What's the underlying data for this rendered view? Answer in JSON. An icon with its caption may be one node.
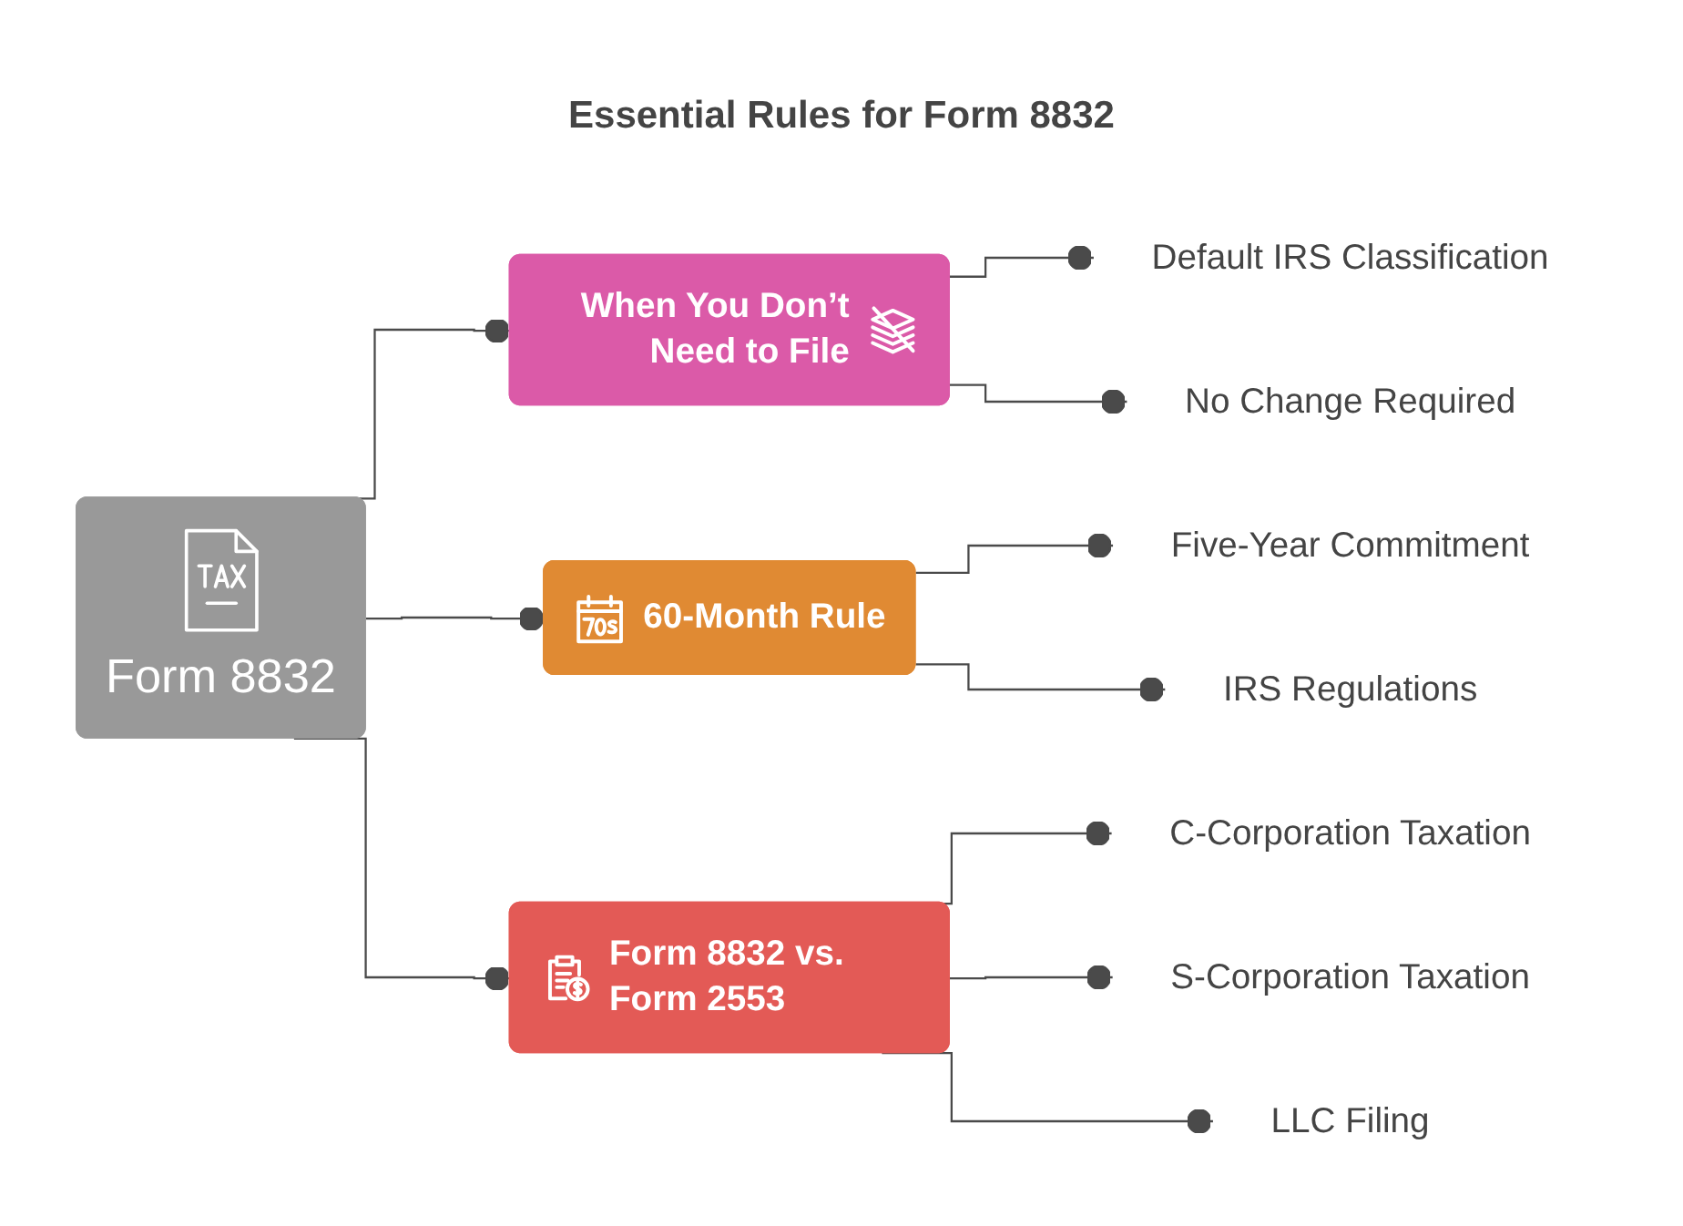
{
  "diagram": {
    "title": "Essential Rules for Form 8832",
    "nodes": [
      {
        "text": [
          "Form 8832"
        ]
      },
      {
        "text": [
          "When You Don’t Need to File"
        ]
      },
      {
        "text": [
          "Default IRS Classification"
        ]
      },
      {
        "text": [
          "No Change Required"
        ]
      },
      {
        "text": [
          "60-Month Rule"
        ]
      },
      {
        "text": [
          "Five-Year Commitment"
        ]
      },
      {
        "text": [
          "IRS Regulations"
        ]
      },
      {
        "text": [
          "Form 8832 vs. Form 2553"
        ]
      },
      {
        "text": [
          "C-Corporation Taxation"
        ]
      },
      {
        "text": [
          "S-Corporation Taxation"
        ]
      },
      {
        "text": [
          "LLC Filing"
        ]
      }
    ],
    "edges": [
      {
        "from": 0,
        "to": 1,
        "arrow": "other"
      },
      {
        "from": 1,
        "to": 2,
        "arrow": "other"
      },
      {
        "from": 1,
        "to": 3,
        "arrow": "other"
      },
      {
        "from": 0,
        "to": 4,
        "arrow": "other"
      },
      {
        "from": 4,
        "to": 5,
        "arrow": "other"
      },
      {
        "from": 4,
        "to": 6,
        "arrow": "other"
      },
      {
        "from": 0,
        "to": 7,
        "arrow": "other"
      },
      {
        "from": 7,
        "to": 8,
        "arrow": "other"
      },
      {
        "from": 7,
        "to": 9,
        "arrow": "other"
      },
      {
        "from": 7,
        "to": 10,
        "arrow": "other"
      }
    ]
  }
}
